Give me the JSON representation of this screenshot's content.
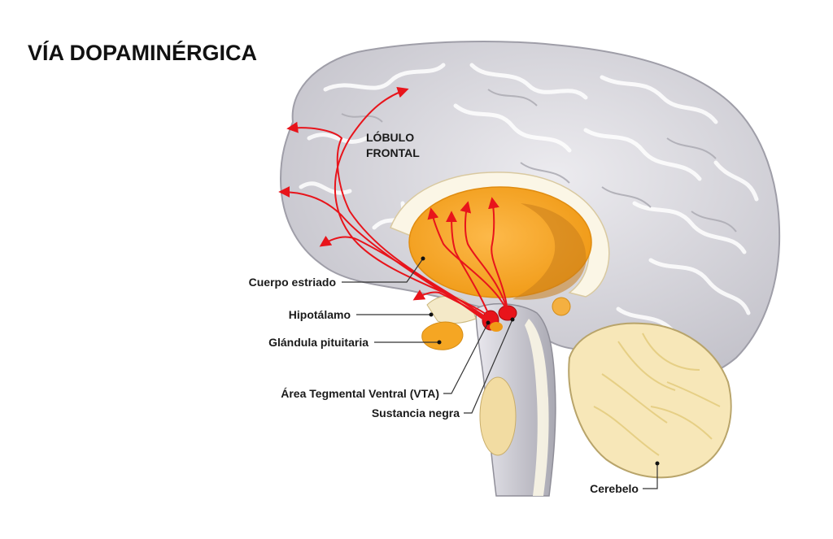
{
  "title": "VÍA DOPAMINÉRGICA",
  "region_label": {
    "line1": "LÓBULO",
    "line2": "FRONTAL"
  },
  "labels": {
    "striatum": "Cuerpo estriado",
    "hypothalamus": "Hipotálamo",
    "pituitary": "Glándula pituitaria",
    "vta": "Área Tegmental Ventral (VTA)",
    "substantia_nigra": "Sustancia negra",
    "cerebellum": "Cerebelo"
  },
  "colors": {
    "cortex": "#d9d8de",
    "gyri_line": "#ffffff",
    "sulci": "#aeadb5",
    "striatum": "#f5a623",
    "striatum_dark": "#c97d1c",
    "pathway": "#e8141b",
    "cerebellum": "#f7e7b8",
    "brainstem": "#c9c8cf"
  }
}
